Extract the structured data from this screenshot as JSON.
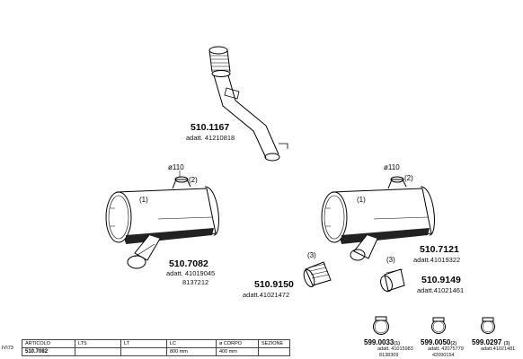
{
  "parts": {
    "pipe": {
      "code": "510.1167",
      "ref": "adatt. 41210818"
    },
    "muffler_left": {
      "code": "510.7082",
      "ref": "adatt. 41019045",
      "ref2": "8137212",
      "diameter": "ø110",
      "callout1": "(1)",
      "callout2": "(2)"
    },
    "muffler_right": {
      "code": "510.7121",
      "ref": "adatt.41019322",
      "diameter": "ø110",
      "callout1": "(1)",
      "callout2": "(2)"
    },
    "elbow_left": {
      "code": "510.9150",
      "ref": "adatt.41021472",
      "callout": "(3)"
    },
    "elbow_right": {
      "code": "510.9149",
      "ref": "adatt.41021461",
      "callout": "(3)"
    },
    "clamp1": {
      "code": "599.0033",
      "qty": "(1)",
      "ref": "adatt. 41015983",
      "ref2": "8138309"
    },
    "clamp2": {
      "code": "599.0050",
      "qty": "(2)",
      "ref": "adatt. 42075779",
      "ref2": "42090154"
    },
    "clamp3": {
      "code": "599.0297",
      "qty": "(3)",
      "ref": "adatt.41021481"
    }
  },
  "table": {
    "side_label": "IVI73",
    "headers": [
      "ARTICOLO",
      "LTS",
      "LT",
      "LC",
      "ø CORPO",
      "SEZIONE"
    ],
    "row": [
      "510.7082",
      "",
      "",
      "800 mm",
      "400 mm",
      ""
    ]
  },
  "colors": {
    "ink": "#000000",
    "muffler_fill": "#ffffff"
  }
}
